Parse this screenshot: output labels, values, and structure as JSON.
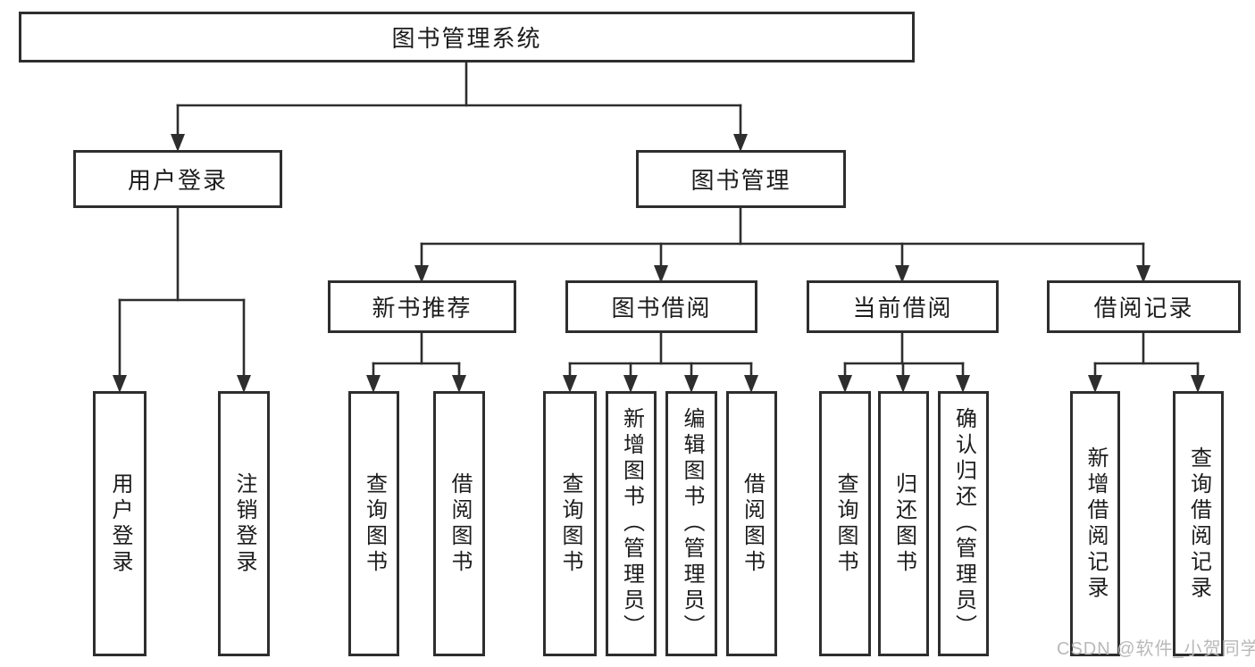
{
  "diagram": {
    "root": {
      "label": "图书管理系统"
    },
    "user_login": {
      "label": "用户登录",
      "children": [
        "用户登录",
        "注销登录"
      ]
    },
    "book_mgmt": {
      "label": "图书管理"
    },
    "new_books": {
      "label": "新书推荐",
      "children": [
        "查询图书",
        "借阅图书"
      ]
    },
    "borrowing": {
      "label": "图书借阅",
      "children": [
        "查询图书",
        "新增图书（管理员）",
        "编辑图书（管理员）",
        "借阅图书"
      ]
    },
    "current": {
      "label": "当前借阅",
      "children": [
        "查询图书",
        "归还图书",
        "确认归还（管理员）"
      ]
    },
    "records": {
      "label": "借阅记录",
      "children": [
        "新增借阅记录",
        "查询借阅记录"
      ]
    }
  },
  "watermark": {
    "text": "CSDN @软件_小贺同学"
  },
  "colors": {
    "line": "#2e2e2e",
    "text": "#1c1c1c",
    "watermark": "#b9b9b9",
    "background": "#ffffff"
  }
}
